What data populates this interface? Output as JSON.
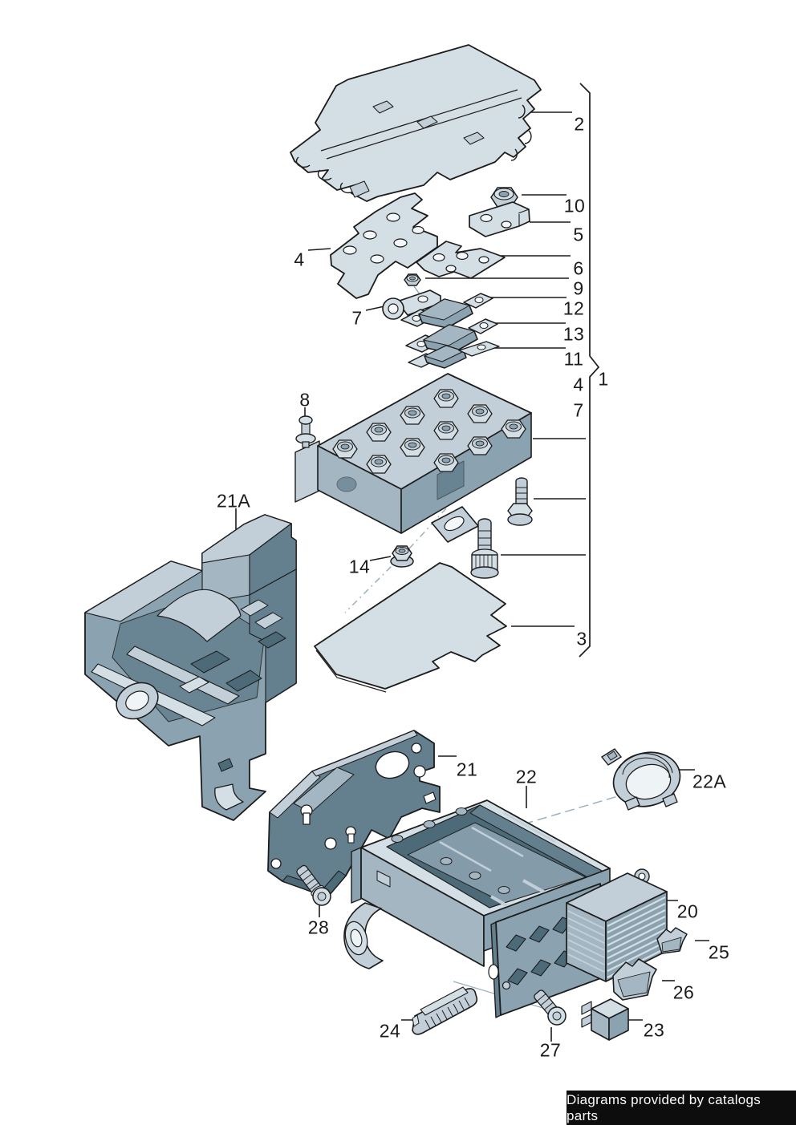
{
  "diagram": {
    "type": "exploded-parts-diagram",
    "subject": "fuse and relay carrier assembly",
    "callouts": [
      {
        "id": "cover",
        "label": "2"
      },
      {
        "id": "nut-upper",
        "label": "10"
      },
      {
        "id": "bracket-small",
        "label": "5"
      },
      {
        "id": "plate-l",
        "label": "6"
      },
      {
        "id": "nut-small",
        "label": "9"
      },
      {
        "id": "fuse-strip-a",
        "label": "12"
      },
      {
        "id": "fuse-strip-b",
        "label": "13"
      },
      {
        "id": "fuse-strip-c",
        "label": "11"
      },
      {
        "id": "group-item-4",
        "label": "4"
      },
      {
        "id": "group-item-7",
        "label": "7"
      },
      {
        "id": "assembly-group",
        "label": "1"
      },
      {
        "id": "busbar-plate",
        "label": "4"
      },
      {
        "id": "ring-terminal",
        "label": "7"
      },
      {
        "id": "stud",
        "label": "8"
      },
      {
        "id": "carrier-bracket",
        "label": "21A"
      },
      {
        "id": "flange-nut",
        "label": "14"
      },
      {
        "id": "base-panel",
        "label": "3"
      },
      {
        "id": "mount-bracket",
        "label": "21"
      },
      {
        "id": "housing",
        "label": "22"
      },
      {
        "id": "retaining-clip",
        "label": "22A"
      },
      {
        "id": "screw-front",
        "label": "28"
      },
      {
        "id": "fuse-holder",
        "label": "20"
      },
      {
        "id": "blade-fuse-small",
        "label": "25"
      },
      {
        "id": "blade-fuse-large",
        "label": "26"
      },
      {
        "id": "fuse-puller",
        "label": "24"
      },
      {
        "id": "screw-lower",
        "label": "27"
      },
      {
        "id": "relay",
        "label": "23"
      }
    ],
    "palette": {
      "line": "#1c1c1c",
      "fill_light": "#d4dee5",
      "fill_light2": "#c2cfd8",
      "fill_mid": "#a3b6c2",
      "fill_mid2": "#8ba2b0",
      "fill_dark": "#64808f",
      "fill_darker": "#4d6a78",
      "guide_line": "#9ab0bd"
    }
  },
  "footer": {
    "text": "Diagrams provided by catalogs parts",
    "background": "#0d0d0d",
    "color": "#fafafa"
  }
}
